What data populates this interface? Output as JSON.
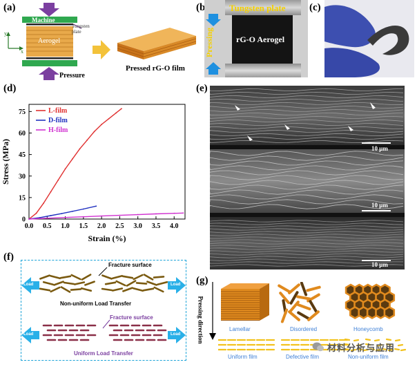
{
  "panels": {
    "a": {
      "label": "(a)",
      "machine_top": "Machine",
      "aerogel": "Aerogel",
      "tungsten_plate": "Tungsten plate",
      "pressure": "Pressure",
      "axis_y": "y",
      "axis_x": "x",
      "result_caption": "Pressed rG-O film",
      "colors": {
        "machine": "#2fa84f",
        "aerogel": "#e8a94a",
        "arrow": "#7b3fa0",
        "flow_arrow": "#f3c23a"
      }
    },
    "b": {
      "label": "(b)",
      "tungsten": "Tungsten plate",
      "aerogel": "rG-O Aerogel",
      "pressing": "Pressing",
      "colors": {
        "tungsten_text": "#f4d000",
        "pressing_text": "#f4d000",
        "arrow": "#1e90e0"
      }
    },
    "c": {
      "label": "(c)"
    },
    "d": {
      "label": "(d)"
    },
    "e": {
      "label": "(e)",
      "scale_bars": [
        "10 μm",
        "10 μm",
        "10 μm"
      ]
    },
    "f": {
      "label": "(f)",
      "fracture_top": "Fracture surface",
      "caption_top": "Non-uniform Load Transfer",
      "fracture_bottom": "Fracture surface",
      "caption_bottom": "Uniform Load Transfer",
      "load": "Load",
      "colors": {
        "border": "#1aa3d8",
        "arrow": "#29b0e8",
        "top_rods": "#7a5a10",
        "bottom_rods": "#8a2f48",
        "bottom_caption": "#7b3fa0",
        "fracture_bottom": "#7b3fa0"
      }
    },
    "g": {
      "label": "(g)",
      "pressing_direction": "Pressing direction",
      "structures": [
        "Lamellar",
        "Disordered",
        "Honeycomb"
      ],
      "films": [
        "Uniform film",
        "Defective film",
        "Non-uniform film"
      ],
      "watermark": "材料分析与应用",
      "colors": {
        "orange": "#e08a1e",
        "dark": "#5a3a10",
        "caption": "#3d7fd6",
        "film": "#f2c21e"
      }
    }
  },
  "chart_data": {
    "type": "line",
    "xlabel": "Strain (%)",
    "ylabel": "Stress (MPa)",
    "xlim": [
      0,
      4.3
    ],
    "ylim": [
      0,
      80
    ],
    "xticks": [
      "0.0",
      "0.5",
      "1.0",
      "1.5",
      "2.0",
      "2.5",
      "3.0",
      "3.5",
      "4.0"
    ],
    "xtick_values": [
      0,
      0.5,
      1.0,
      1.5,
      2.0,
      2.5,
      3.0,
      3.5,
      4.0
    ],
    "yticks": [
      "0",
      "15",
      "30",
      "45",
      "60",
      "75"
    ],
    "ytick_values": [
      0,
      15,
      30,
      45,
      60,
      75
    ],
    "grid": false,
    "legend_position": "top-left",
    "series": [
      {
        "name": "L-film",
        "color": "#e03030",
        "style": "solid",
        "x": [
          0,
          0.2,
          0.4,
          0.6,
          0.8,
          1.0,
          1.2,
          1.4,
          1.6,
          1.8,
          2.0,
          2.2,
          2.4,
          2.55
        ],
        "y": [
          0,
          4,
          11,
          19,
          27,
          35,
          42,
          49,
          55,
          61,
          66,
          70,
          74,
          77
        ]
      },
      {
        "name": "D-film",
        "color": "#2030c0",
        "style": "solid",
        "x": [
          0,
          0.3,
          0.6,
          0.9,
          1.2,
          1.5,
          1.85
        ],
        "y": [
          0,
          1,
          2.4,
          3.8,
          5.4,
          7.0,
          9.0
        ]
      },
      {
        "name": "H-film",
        "color": "#d030d0",
        "style": "solid",
        "x": [
          0,
          0.5,
          1.0,
          1.5,
          2.0,
          2.5,
          3.0,
          3.5,
          4.0,
          4.25
        ],
        "y": [
          0,
          0.6,
          1.1,
          1.6,
          2.1,
          2.6,
          3.1,
          3.6,
          4.0,
          4.2
        ]
      }
    ]
  }
}
